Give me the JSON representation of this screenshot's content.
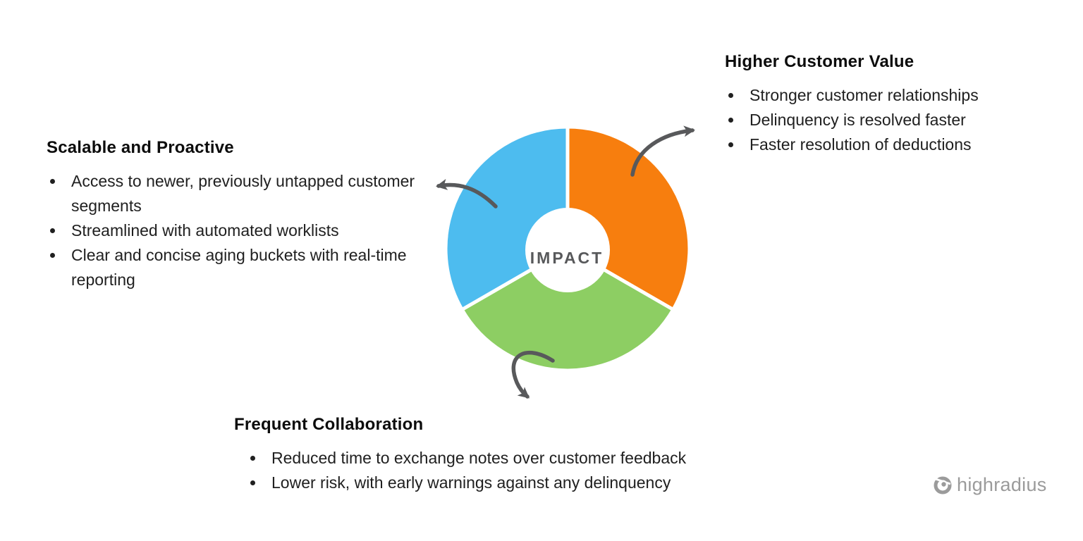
{
  "diagram": {
    "type": "donut-cycle",
    "center_label": "IMPACT",
    "arrow_color": "#58595b",
    "segments": [
      {
        "label": "Higher Customer Value",
        "color": "#f77e0e",
        "fraction": 0.333,
        "position": "top-right"
      },
      {
        "label": "Frequent Collaboration",
        "color": "#8dce63",
        "fraction": 0.333,
        "position": "bottom"
      },
      {
        "label": "Scalable and Proactive",
        "color": "#4dbcef",
        "fraction": 0.333,
        "position": "top-left"
      }
    ]
  },
  "sections": {
    "left": {
      "title": "Scalable and Proactive",
      "bullets": [
        "Access to newer, previously untapped customer segments",
        "Streamlined with automated worklists",
        "Clear and concise aging buckets with real-time reporting"
      ]
    },
    "right": {
      "title": "Higher Customer Value",
      "bullets": [
        "Stronger customer relationships",
        "Delinquency is resolved faster",
        "Faster resolution of deductions"
      ]
    },
    "bottom": {
      "title": "Frequent Collaboration",
      "bullets": [
        "Reduced time to exchange notes over customer feedback",
        "Lower risk, with early warnings against any delinquency"
      ]
    }
  },
  "logo": {
    "text": "highradius",
    "color": "#9b9b9b"
  }
}
